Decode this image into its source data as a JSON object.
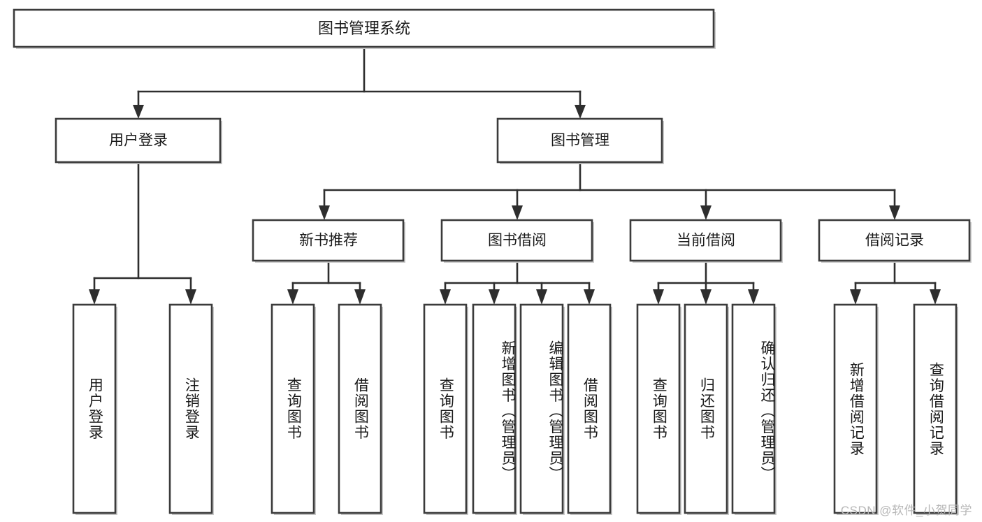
{
  "diagram": {
    "title": "图书管理系统",
    "type": "tree",
    "orientation": "top-down",
    "colors": {
      "box_stroke": "#3b3b3b",
      "box_fill": "#ffffff",
      "line": "#2e2e2e",
      "text": "#1a1a1a",
      "watermark": "#b7b7b7",
      "background": "#ffffff"
    },
    "root": {
      "label": "图书管理系统"
    },
    "level2": [
      {
        "label": "用户登录"
      },
      {
        "label": "图书管理"
      }
    ],
    "level3": [
      {
        "label": "新书推荐"
      },
      {
        "label": "图书借阅"
      },
      {
        "label": "当前借阅"
      },
      {
        "label": "借阅记录"
      }
    ],
    "leaves": {
      "user_login": [
        "用户登录",
        "注销登录"
      ],
      "new_book_recommend": [
        "查询图书",
        "借阅图书"
      ],
      "book_borrow": [
        "查询图书",
        "新增图书（管理员）",
        "编辑图书（管理员）",
        "借阅图书"
      ],
      "current_borrow": [
        "查询图书",
        "归还图书",
        "确认归还（管理员）"
      ],
      "borrow_record": [
        "新增借阅记录",
        "查询借阅记录"
      ]
    }
  },
  "watermark": {
    "text": "CSDN @软件_小贺同学"
  }
}
